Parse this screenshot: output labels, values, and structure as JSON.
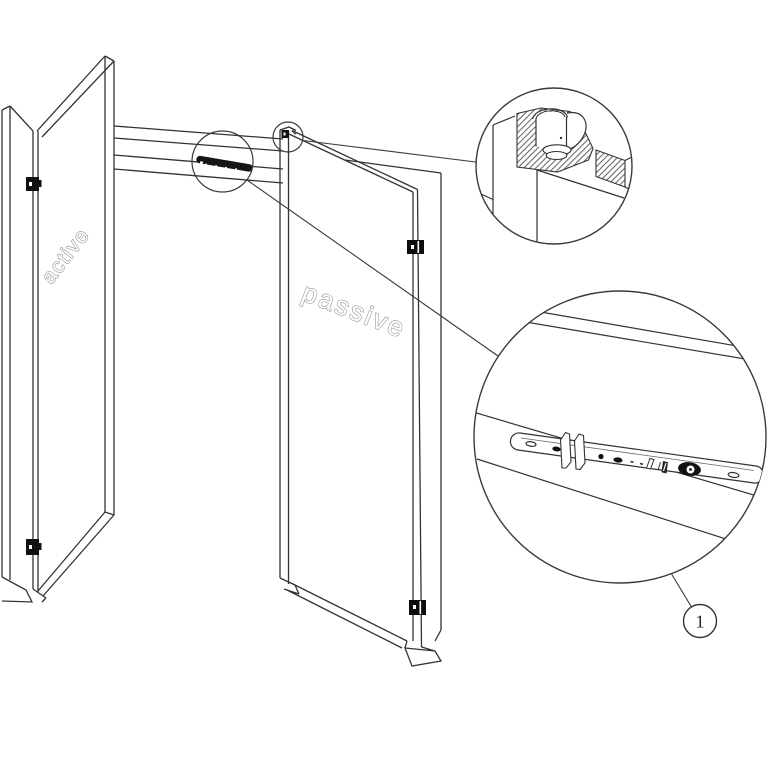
{
  "diagram": {
    "kind": "technical-line-illustration",
    "subject": "double-door flush-bolt keeper and strike-plate installation",
    "labels": {
      "active_door": "active",
      "passive_door": "passive",
      "callout_1": "1"
    },
    "callouts": [
      {
        "id": "header-strike-plate-callout",
        "magnifies": "strike plate on frame header"
      },
      {
        "id": "flush-bolt-callout",
        "magnifies": "flush bolt at top of passive leaf"
      },
      {
        "id": "strike-plate-detail-circle",
        "part_label": "1"
      },
      {
        "id": "keeper-section-detail-circle",
        "part_label": ""
      }
    ],
    "colors": {
      "background": "#ffffff",
      "line": "#333333",
      "label_outline": "#8f8f8f",
      "hardware_fill": "#111111"
    }
  }
}
